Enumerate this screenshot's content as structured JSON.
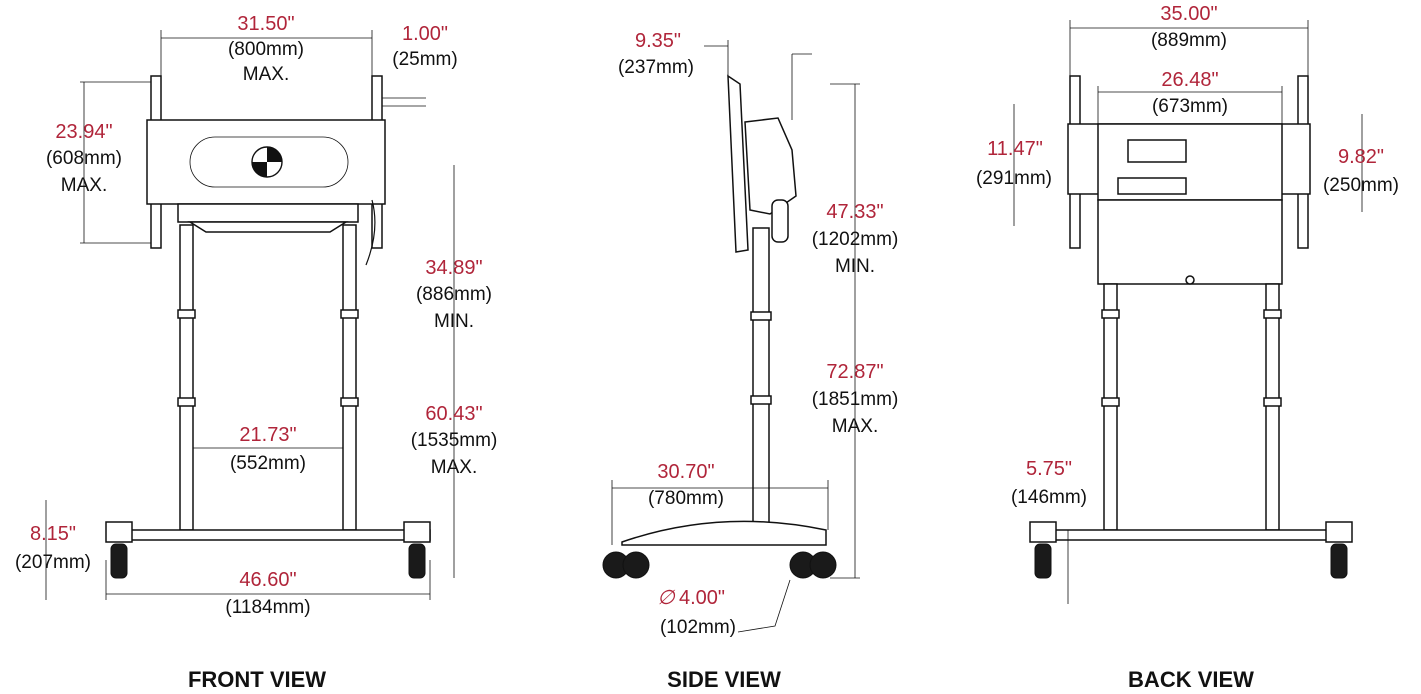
{
  "views": [
    {
      "title": "FRONT VIEW"
    },
    {
      "title": "SIDE VIEW"
    },
    {
      "title": "BACK VIEW"
    }
  ],
  "front_dims": [
    {
      "in": "31.50\"",
      "mm": "(800mm)",
      "label": "MAX."
    },
    {
      "in": "1.00\"",
      "mm": "(25mm)",
      "label": ""
    },
    {
      "in": "23.94\"",
      "mm": "(608mm)",
      "label": "MAX."
    },
    {
      "in": "34.89\"",
      "mm": "(886mm)",
      "label": "MIN."
    },
    {
      "in": "60.43\"",
      "mm": "(1535mm)",
      "label": "MAX."
    },
    {
      "in": "21.73\"",
      "mm": "(552mm)",
      "label": ""
    },
    {
      "in": "8.15\"",
      "mm": "(207mm)",
      "label": ""
    },
    {
      "in": "46.60\"",
      "mm": "(1184mm)",
      "label": ""
    }
  ],
  "side_dims": [
    {
      "in": "9.35\"",
      "mm": "(237mm)",
      "label": ""
    },
    {
      "in": "47.33\"",
      "mm": "(1202mm)",
      "label": "MIN."
    },
    {
      "in": "72.87\"",
      "mm": "(1851mm)",
      "label": "MAX."
    },
    {
      "in": "30.70\"",
      "mm": "(780mm)",
      "label": ""
    },
    {
      "in": "4.00\"",
      "mm": "(102mm)",
      "label": ""
    }
  ],
  "back_dims": [
    {
      "in": "35.00\"",
      "mm": "(889mm)",
      "label": ""
    },
    {
      "in": "26.48\"",
      "mm": "(673mm)",
      "label": ""
    },
    {
      "in": "11.47\"",
      "mm": "(291mm)",
      "label": ""
    },
    {
      "in": "9.82\"",
      "mm": "(250mm)",
      "label": ""
    },
    {
      "in": "5.75\"",
      "mm": "(146mm)",
      "label": ""
    }
  ],
  "diameter_symbol": "∅",
  "colors": {
    "inch_text": "#b0253a",
    "mm_text": "#111111",
    "line": "#111111"
  }
}
